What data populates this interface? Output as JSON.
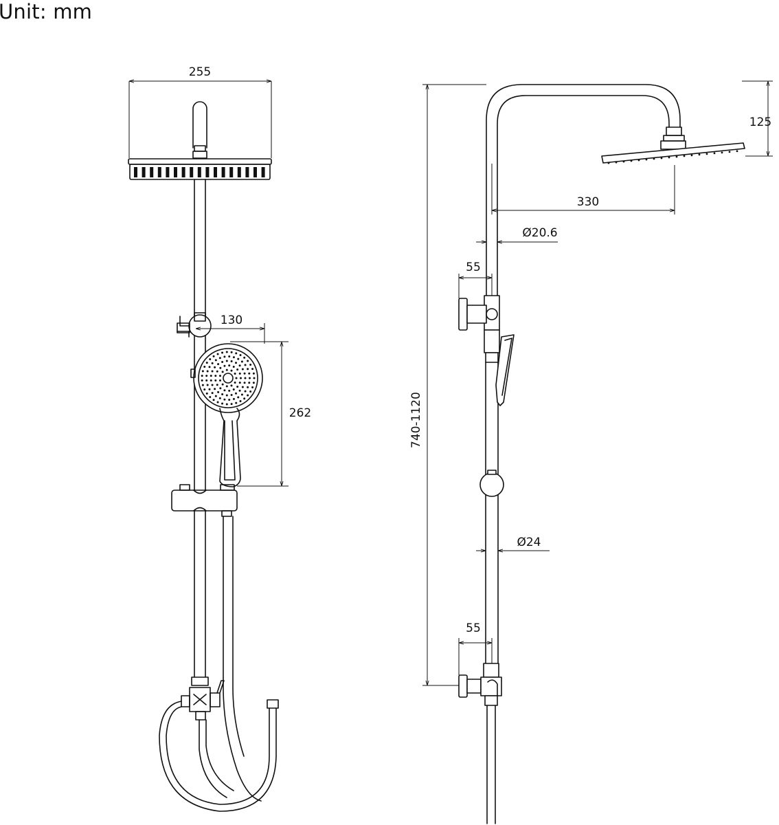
{
  "unit_label": "Unit: mm",
  "front_view": {
    "head_width": "255",
    "handshower_offset": "130",
    "handshower_length": "262"
  },
  "side_view": {
    "head_drop": "125",
    "arm_reach": "330",
    "upper_pipe_diameter": "Ø20.6",
    "upper_bracket_offset": "55",
    "lower_pipe_diameter": "Ø24",
    "lower_bracket_offset": "55",
    "height_range": "740-1120"
  },
  "colors": {
    "line": "#111111",
    "background": "#ffffff"
  }
}
